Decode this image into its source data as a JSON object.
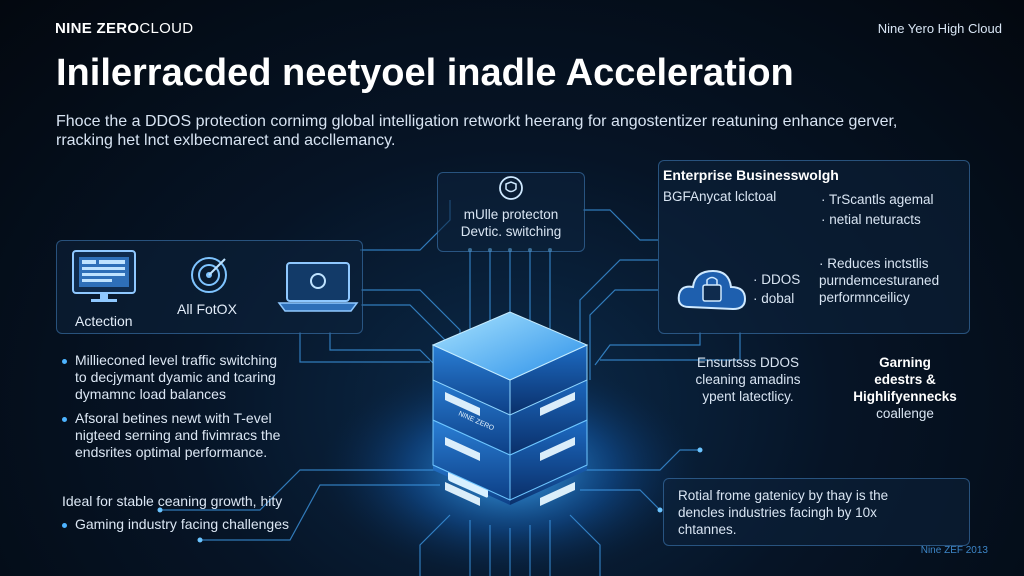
{
  "header": {
    "brand_bold": "NINE ZERO",
    "brand_light": "CLOUD",
    "tagline": "Nine Yero High Cloud",
    "title": "Inilerracded neetyoel inadle Acceleration",
    "subtitle": "Fhoce the a DDOS protection cornimg global intelligation retworkt heerang for angostentizer reatuning enhance gerver, rracking het lnct exlbecmarect and accllemancy."
  },
  "left_panel": {
    "label_1": "Actection",
    "label_2": "All FotOX",
    "icons": [
      "dashboard-icon",
      "target-icon",
      "laptop-icon"
    ]
  },
  "center_panel": {
    "line_1": "mUlle protecton",
    "line_2": "Devtic. switching",
    "icon": "shield-icon"
  },
  "right_panel": {
    "heading": "Enterprise Businesswolgh",
    "subheading": "BGFAnycat lclctoal",
    "bullets_top": [
      "TrScantls agemal",
      "netial neturacts"
    ],
    "reduces_lines": [
      "Reduces inctstlis",
      "purndemcesturaned",
      "performnceilicy"
    ],
    "side_labels": [
      "DDOS",
      "dobal"
    ],
    "icon": "cloud-security-icon"
  },
  "left_bullets": [
    {
      "lines": [
        "Millieconed level traffic switching",
        "to decjymant dyamic and tcaring",
        "dymamnc load balances"
      ]
    },
    {
      "lines": [
        "Afsoral betines newt with T-evel",
        "nigteed serning and fivimracs the",
        "endsrites optimal performance."
      ]
    }
  ],
  "left_bottom": {
    "line_1": "Ideal for stable ceaning growth, hity",
    "line_2": "Gaming industry facing challenges"
  },
  "center_right_text": [
    "Ensurtsss DDOS",
    "cleaning amadins",
    "ypent latectlicy."
  ],
  "far_right_text": [
    "Garning",
    "edestrs &",
    "Highlifyennecks",
    "coallenge"
  ],
  "bottom_right_panel": [
    "Rotial frome gatenicy by thay is the",
    "dencles industries facingh by 10x",
    "chtannes."
  ],
  "server_label": "NINE ZERO",
  "footer_mark": "Nine ZEF 2013",
  "colors": {
    "accent": "#4db3ff",
    "glow": "#2f9cff",
    "background": "#040b16"
  }
}
